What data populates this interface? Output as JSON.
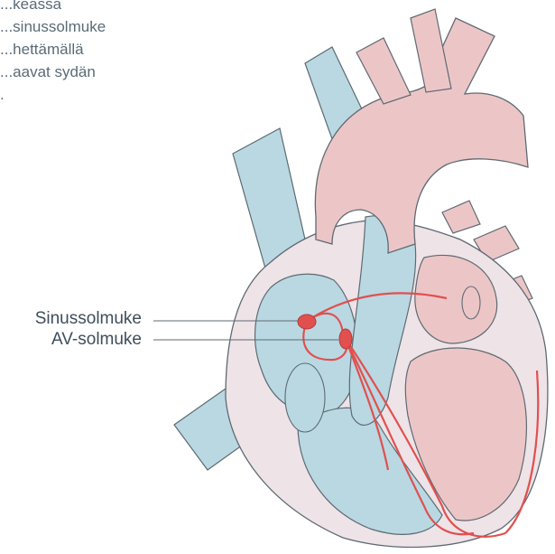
{
  "intro_lines": [
    "...keassa",
    "...sinussolmuke",
    "...hettämällä",
    "...aavat sydän",
    "."
  ],
  "labels": {
    "sinus_node": "Sinussolmuke",
    "av_node": "AV-solmuke"
  },
  "colors": {
    "blue_chambers": "#b9d8e2",
    "pink_chambers": "#ecc6c7",
    "heart_wall": "#eee3e7",
    "outline": "#5e6a72",
    "conduction": "#e1504f"
  }
}
